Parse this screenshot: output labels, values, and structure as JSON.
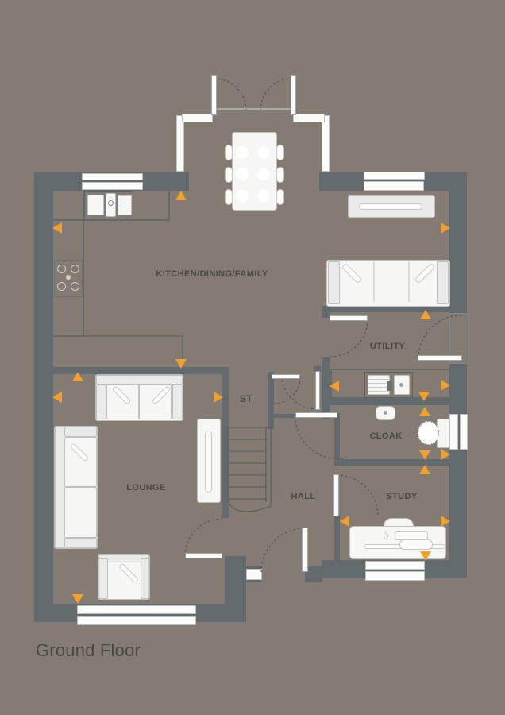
{
  "title": "Ground Floor",
  "rooms": {
    "kitchen": "KITCHEN/DINING/FAMILY",
    "utility": "UTILITY",
    "store": "ST",
    "cloak": "CLOAK",
    "lounge": "LOUNGE",
    "hall": "HALL",
    "study": "STUDY"
  },
  "colors": {
    "floor": "#847c72",
    "wall": "#626a6e",
    "accent_orange": "#f1a02f",
    "furniture": "#f6f6f5",
    "furniture_shade": "#e9eae9",
    "outline": "#bcc0bf",
    "thin_line": "#5a6164",
    "text": "#4b4843"
  },
  "icons": {
    "dimension_marker": "orange-triangle",
    "door_swing": "dashed-arc",
    "window": "double-white-bar",
    "stairs": "tread-lines"
  }
}
